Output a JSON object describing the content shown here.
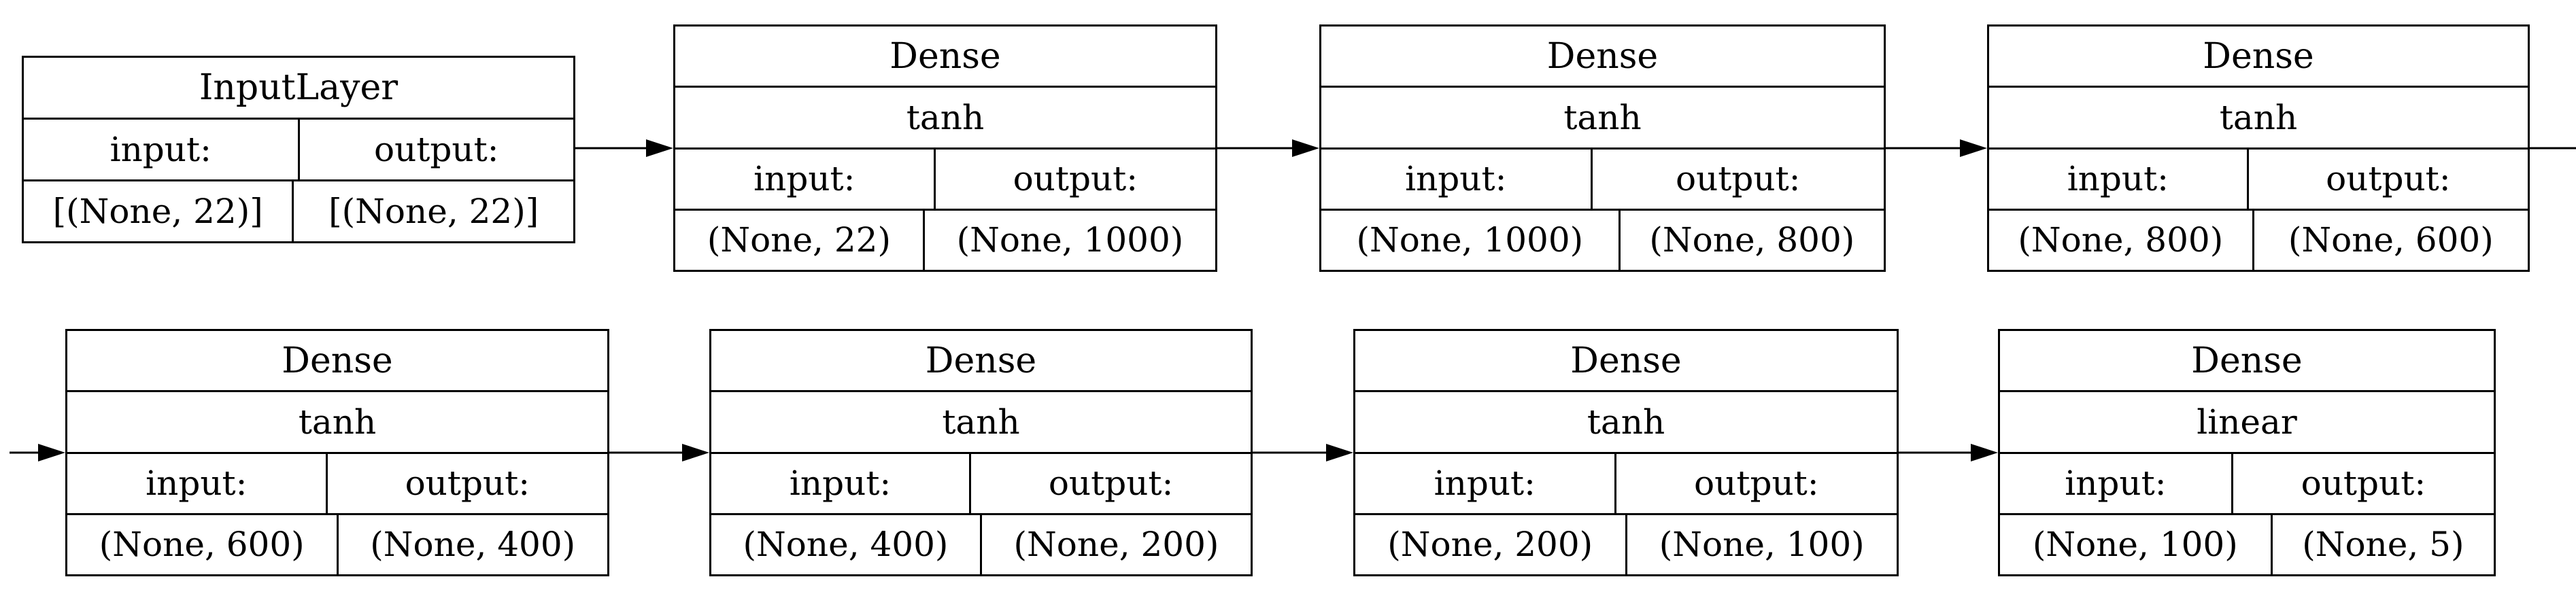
{
  "nodes": [
    {
      "type": "InputLayer",
      "activation": "",
      "in_label": "input:",
      "out_label": "output:",
      "in_shape": "[(None, 22)]",
      "out_shape": "[(None, 22)]"
    },
    {
      "type": "Dense",
      "activation": "tanh",
      "in_label": "input:",
      "out_label": "output:",
      "in_shape": "(None, 22)",
      "out_shape": "(None, 1000)"
    },
    {
      "type": "Dense",
      "activation": "tanh",
      "in_label": "input:",
      "out_label": "output:",
      "in_shape": "(None, 1000)",
      "out_shape": "(None, 800)"
    },
    {
      "type": "Dense",
      "activation": "tanh",
      "in_label": "input:",
      "out_label": "output:",
      "in_shape": "(None, 800)",
      "out_shape": "(None, 600)"
    },
    {
      "type": "Dense",
      "activation": "tanh",
      "in_label": "input:",
      "out_label": "output:",
      "in_shape": "(None, 600)",
      "out_shape": "(None, 400)"
    },
    {
      "type": "Dense",
      "activation": "tanh",
      "in_label": "input:",
      "out_label": "output:",
      "in_shape": "(None, 400)",
      "out_shape": "(None, 200)"
    },
    {
      "type": "Dense",
      "activation": "tanh",
      "in_label": "input:",
      "out_label": "output:",
      "in_shape": "(None, 200)",
      "out_shape": "(None, 100)"
    },
    {
      "type": "Dense",
      "activation": "linear",
      "in_label": "input:",
      "out_label": "output:",
      "in_shape": "(None, 100)",
      "out_shape": "(None, 5)"
    }
  ]
}
